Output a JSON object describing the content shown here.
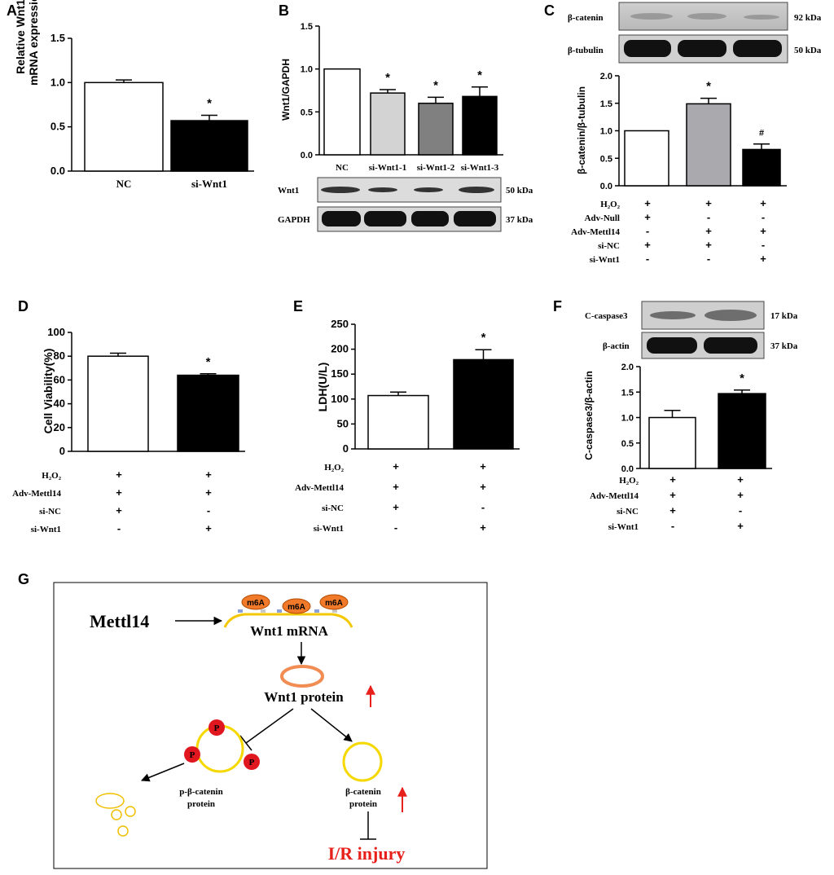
{
  "panel_labels": [
    "A",
    "B",
    "C",
    "D",
    "E",
    "F",
    "G"
  ],
  "chart_data": [
    {
      "panel": "A",
      "type": "bar",
      "ylabel": [
        "Relative Wnt1",
        "mRNA expression"
      ],
      "categories": [
        "NC",
        "si-Wnt1"
      ],
      "values": [
        1.0,
        0.57
      ],
      "errors": [
        0.03,
        0.06
      ],
      "ylim": [
        0,
        1.5
      ],
      "yticks": [
        "0.0",
        "0.5",
        "1.0",
        "1.5"
      ],
      "fill_colors": [
        "#ffffff",
        "#000000"
      ],
      "marks": [
        "",
        "*"
      ]
    },
    {
      "panel": "B",
      "type": "bar",
      "ylabel": [
        "Wnt1/GAPDH"
      ],
      "categories": [
        "NC",
        "si-Wnt1-1",
        "si-Wnt1-2",
        "si-Wnt1-3"
      ],
      "values": [
        1.0,
        0.72,
        0.6,
        0.68
      ],
      "errors": [
        0.0,
        0.04,
        0.07,
        0.11
      ],
      "ylim": [
        0,
        1.5
      ],
      "yticks": [
        "0.0",
        "0.5",
        "1.0",
        "1.5"
      ],
      "fill_colors": [
        "#ffffff",
        "#d3d3d3",
        "#808080",
        "#000000"
      ],
      "marks": [
        "",
        "*",
        "*",
        "*"
      ],
      "blots": [
        {
          "name": "Wnt1",
          "kda": "50 kDa"
        },
        {
          "name": "GAPDH",
          "kda": "37 kDa"
        }
      ]
    },
    {
      "panel": "C",
      "type": "bar",
      "ylabel": [
        "β-catenin/β-tubulin"
      ],
      "values": [
        1.0,
        1.49,
        0.66
      ],
      "errors": [
        0.0,
        0.1,
        0.1
      ],
      "ylim": [
        0,
        2.0
      ],
      "yticks": [
        "0.0",
        "0.5",
        "1.0",
        "1.5",
        "2.0"
      ],
      "fill_colors": [
        "#ffffff",
        "#a9a9ae",
        "#000000"
      ],
      "marks": [
        "",
        "*",
        "#"
      ],
      "blots": [
        {
          "name": "β-catenin",
          "kda": "92 kDa"
        },
        {
          "name": "β-tubulin",
          "kda": "50 kDa"
        }
      ],
      "conditions": [
        {
          "label": "H₂O₂",
          "signs": [
            "+",
            "+",
            "+"
          ]
        },
        {
          "label": "Adv-Null",
          "signs": [
            "+",
            "-",
            "-"
          ]
        },
        {
          "label": "Adv-Mettl14",
          "signs": [
            "-",
            "+",
            "+"
          ]
        },
        {
          "label": "si-NC",
          "signs": [
            "+",
            "+",
            "-"
          ]
        },
        {
          "label": "si-Wnt1",
          "signs": [
            "-",
            "-",
            "+"
          ]
        }
      ]
    },
    {
      "panel": "D",
      "type": "bar",
      "ylabel": [
        "Cell Viability(%)"
      ],
      "values": [
        80,
        64
      ],
      "errors": [
        2.5,
        1.2
      ],
      "ylim": [
        0,
        100
      ],
      "yticks": [
        "0",
        "20",
        "40",
        "60",
        "80",
        "100"
      ],
      "fill_colors": [
        "#ffffff",
        "#000000"
      ],
      "marks": [
        "",
        "*"
      ],
      "conditions": [
        {
          "label": "H₂O₂",
          "signs": [
            "+",
            "+"
          ]
        },
        {
          "label": "Adv-Mettl14",
          "signs": [
            "+",
            "+"
          ]
        },
        {
          "label": "si-NC",
          "signs": [
            "+",
            "-"
          ]
        },
        {
          "label": "si-Wnt1",
          "signs": [
            "-",
            "+"
          ]
        }
      ]
    },
    {
      "panel": "E",
      "type": "bar",
      "ylabel": [
        "LDH(U/L)"
      ],
      "values": [
        107,
        179
      ],
      "errors": [
        7,
        20
      ],
      "ylim": [
        0,
        250
      ],
      "yticks": [
        "0",
        "50",
        "100",
        "150",
        "200",
        "250"
      ],
      "fill_colors": [
        "#ffffff",
        "#000000"
      ],
      "marks": [
        "",
        "*"
      ],
      "conditions": [
        {
          "label": "H₂O₂",
          "signs": [
            "+",
            "+"
          ]
        },
        {
          "label": "Adv-Mettl14",
          "signs": [
            "+",
            "+"
          ]
        },
        {
          "label": "si-NC",
          "signs": [
            "+",
            "-"
          ]
        },
        {
          "label": "si-Wnt1",
          "signs": [
            "-",
            "+"
          ]
        }
      ]
    },
    {
      "panel": "F",
      "type": "bar",
      "ylabel": [
        "C-caspase3/β-actin"
      ],
      "values": [
        1.0,
        1.47
      ],
      "errors": [
        0.14,
        0.07
      ],
      "ylim": [
        0,
        2.0
      ],
      "yticks": [
        "0.0",
        "0.5",
        "1.0",
        "1.5",
        "2.0"
      ],
      "fill_colors": [
        "#ffffff",
        "#000000"
      ],
      "marks": [
        "",
        "*"
      ],
      "blots": [
        {
          "name": "C-caspase3",
          "kda": "17 kDa"
        },
        {
          "name": "β-actin",
          "kda": "37 kDa"
        }
      ],
      "conditions": [
        {
          "label": "H₂O₂",
          "signs": [
            "+",
            "+"
          ]
        },
        {
          "label": "Adv-Mettl14",
          "signs": [
            "+",
            "+"
          ]
        },
        {
          "label": "si-NC",
          "signs": [
            "+",
            "-"
          ]
        },
        {
          "label": "si-Wnt1",
          "signs": [
            "-",
            "+"
          ]
        }
      ]
    }
  ],
  "diagram": {
    "mettl14": "Mettl14",
    "m6a": "m6A",
    "wnt1_mrna": "Wnt1 mRNA",
    "wnt1_protein": "Wnt1 protein",
    "p": "P",
    "p_bcat": [
      "p-β-catenin",
      "protein"
    ],
    "bcat": [
      "β-catenin",
      "protein"
    ],
    "injury": "I/R injury",
    "arrow_color": "#e8201c",
    "ring_color": "#f5d800",
    "p_color": "#e0171f"
  }
}
